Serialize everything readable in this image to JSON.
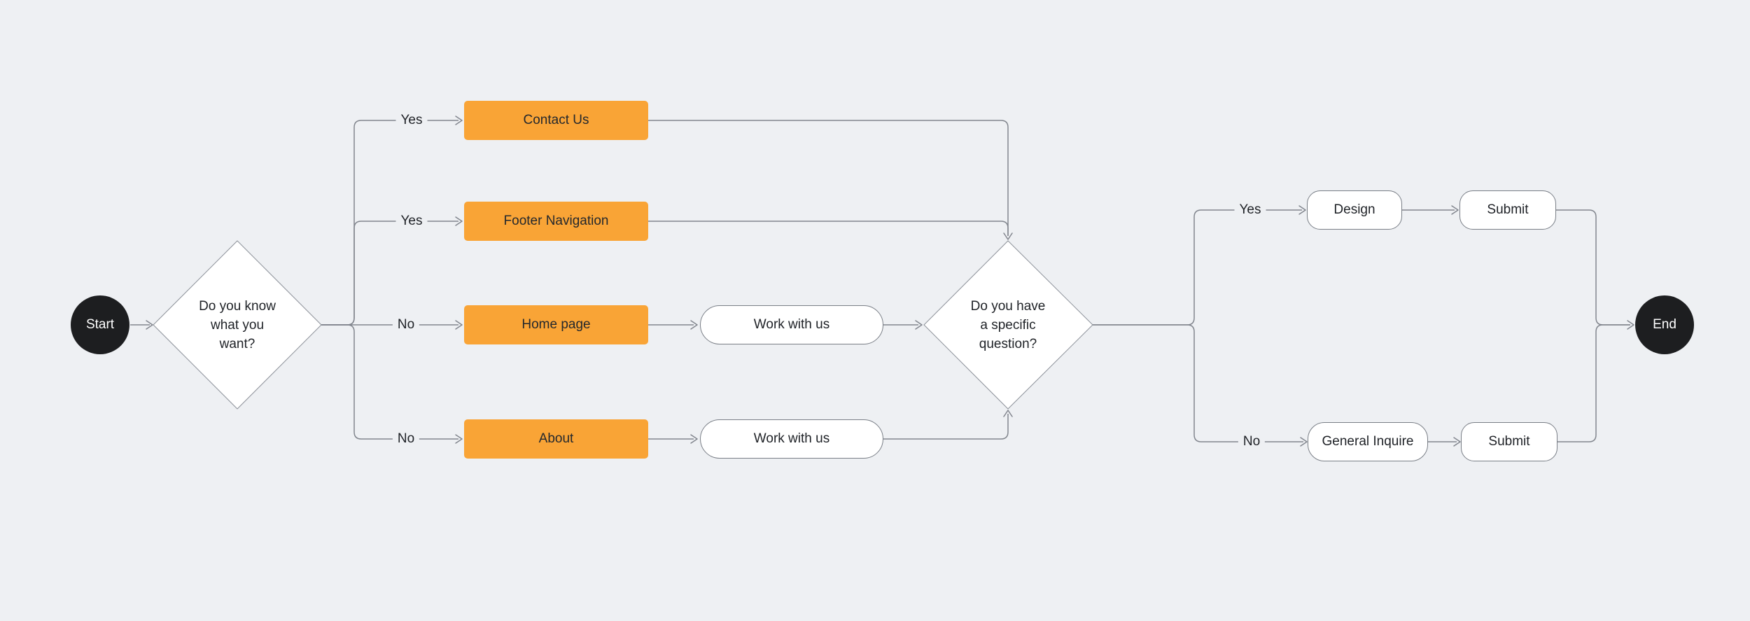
{
  "palette": {
    "canvas_background": "#eef0f3",
    "connector_gray": "#82868e",
    "shape_border_gray": "#8d929a",
    "accent_orange": "#f9a436",
    "terminal_dark": "#1d1e20",
    "text_dark": "#1e2126",
    "text_light": "#ffffff"
  },
  "nodes": {
    "start": {
      "label": "Start"
    },
    "decision_know_what_you_want": {
      "lines": [
        "Do you know",
        "what you",
        "want?"
      ]
    },
    "contact_us": {
      "label": "Contact Us"
    },
    "footer_navigation": {
      "label": "Footer Navigation"
    },
    "home_page": {
      "label": "Home page"
    },
    "about": {
      "label": "About"
    },
    "work_with_us_top": {
      "label": "Work with us"
    },
    "work_with_us_bottom": {
      "label": "Work with us"
    },
    "decision_specific_question": {
      "lines": [
        "Do you have",
        "a specific",
        "question?"
      ]
    },
    "design": {
      "label": "Design"
    },
    "submit_top": {
      "label": "Submit"
    },
    "general_inquire": {
      "label": "General Inquire"
    },
    "submit_bottom": {
      "label": "Submit"
    },
    "end": {
      "label": "End"
    }
  },
  "edge_labels": {
    "to_contact_us": "Yes",
    "to_footer_navigation": "Yes",
    "to_home_page": "No",
    "to_about": "No",
    "to_design": "Yes",
    "to_general_inquire": "No"
  }
}
